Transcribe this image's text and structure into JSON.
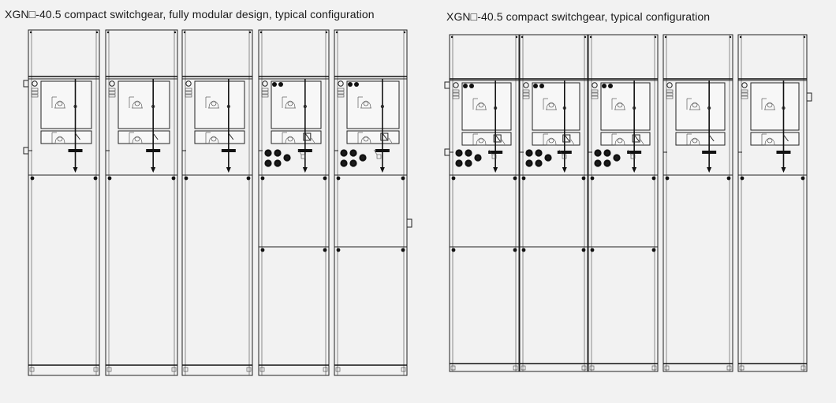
{
  "captions": {
    "left": "XGN□-40.5 compact switchgear, fully modular design, typical configuration",
    "right": "XGN□-40.5 compact switchgear, typical configuration"
  },
  "groups": [
    {
      "name": "left-group",
      "cabinets": [
        {
          "variant": "standard"
        },
        {
          "variant": "standard"
        },
        {
          "variant": "standard"
        },
        {
          "variant": "metering"
        },
        {
          "variant": "metering"
        }
      ]
    },
    {
      "name": "right-group",
      "cabinets": [
        {
          "variant": "metering"
        },
        {
          "variant": "metering"
        },
        {
          "variant": "metering"
        },
        {
          "variant": "standard"
        },
        {
          "variant": "standard"
        }
      ]
    }
  ],
  "colors": {
    "background": "#f2f2f2",
    "line": "#222222",
    "panel": "#f7f7f7"
  }
}
